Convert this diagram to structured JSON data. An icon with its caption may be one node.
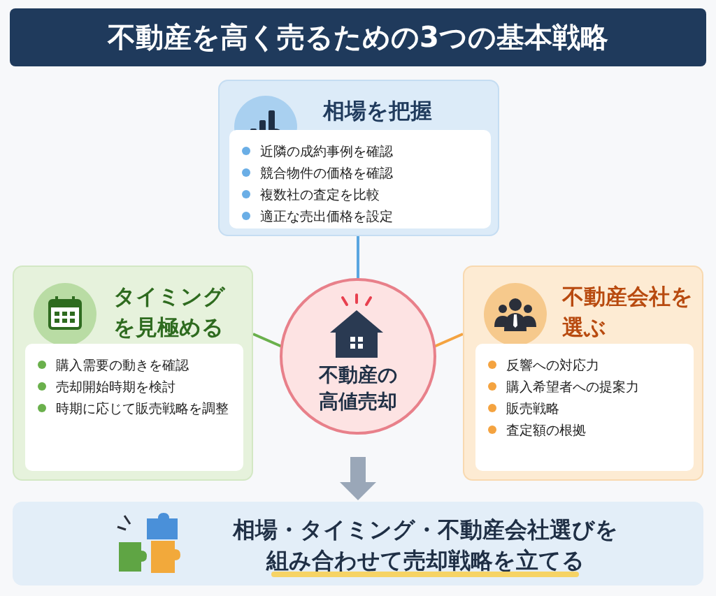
{
  "diagram": {
    "title": "不動産を高く売るための3つの基本戦略",
    "nodes": [
      {
        "text": [
          "相場を把握",
          "近隣の成約事例を確認",
          "競合物件の価格を確認",
          "複数社の査定を比較",
          "適正な売出価格を設定"
        ]
      },
      {
        "text": [
          "不動産の高値売却"
        ]
      },
      {
        "text": [
          "タイミングを見極める",
          "購入需要の動きを確認",
          "売却開始時期を検討",
          "時期に応じて販売戦略を調整"
        ]
      },
      {
        "text": [
          "不動産会社を選ぶ",
          "反響への対応力",
          "購入希望者への提案力",
          "販売戦略",
          "査定額の根拠"
        ]
      },
      {
        "text": [
          "相場・タイミング・不動産会社選びを組み合わせて売却戦略を立てる"
        ]
      }
    ],
    "edges": [
      {
        "from": 0,
        "to": 1,
        "arrow": "none",
        "color": "#5aa6e0"
      },
      {
        "from": 2,
        "to": 1,
        "arrow": "none",
        "color": "#6ab04c"
      },
      {
        "from": 3,
        "to": 1,
        "arrow": "none",
        "color": "#f4a340"
      },
      {
        "from": 1,
        "to": 4,
        "arrow": "to",
        "style": "thick",
        "color": "#9aa7b8"
      }
    ]
  }
}
